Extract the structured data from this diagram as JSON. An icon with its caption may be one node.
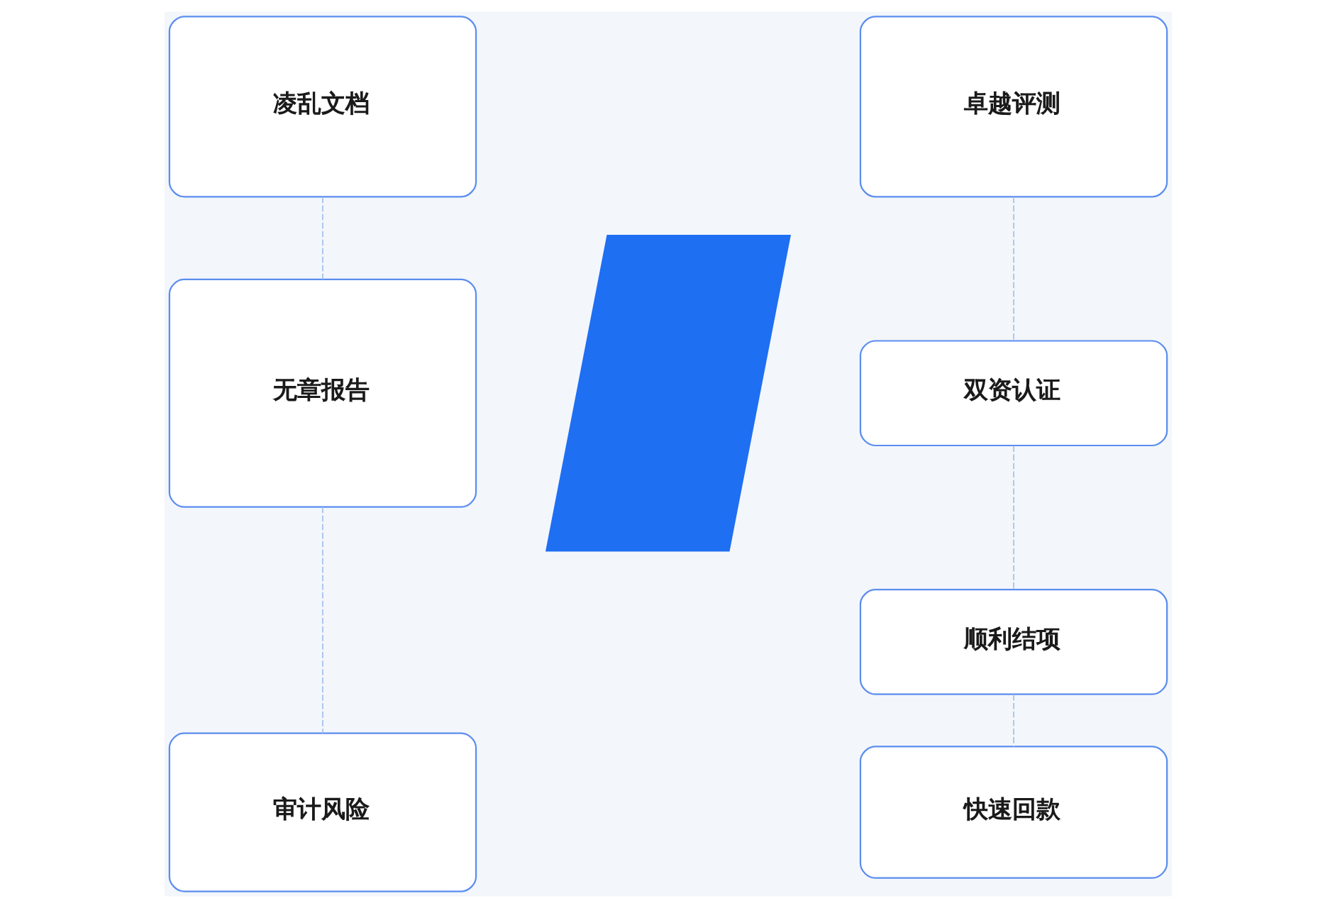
{
  "diagram": {
    "nodes": [
      {
        "text": [
          "凌乱文档"
        ]
      },
      {
        "text": [
          "无章报告"
        ]
      },
      {
        "text": [
          "审计风险"
        ]
      },
      {
        "text": [],
        "shape": "bolt"
      },
      {
        "text": [
          "卓越评测"
        ]
      },
      {
        "text": [
          "双资认证"
        ]
      },
      {
        "text": [
          "顺利结项"
        ]
      },
      {
        "text": [
          "快速回款"
        ]
      }
    ],
    "edges": [
      {
        "from": 0,
        "to": 1,
        "arrow": "none",
        "style": "dashed"
      },
      {
        "from": 1,
        "to": 2,
        "arrow": "none",
        "style": "dashed"
      },
      {
        "from": 4,
        "to": 5,
        "arrow": "none",
        "style": "dashed"
      },
      {
        "from": 5,
        "to": 6,
        "arrow": "none",
        "style": "dashed"
      },
      {
        "from": 6,
        "to": 7,
        "arrow": "none",
        "style": "dashed"
      }
    ]
  }
}
